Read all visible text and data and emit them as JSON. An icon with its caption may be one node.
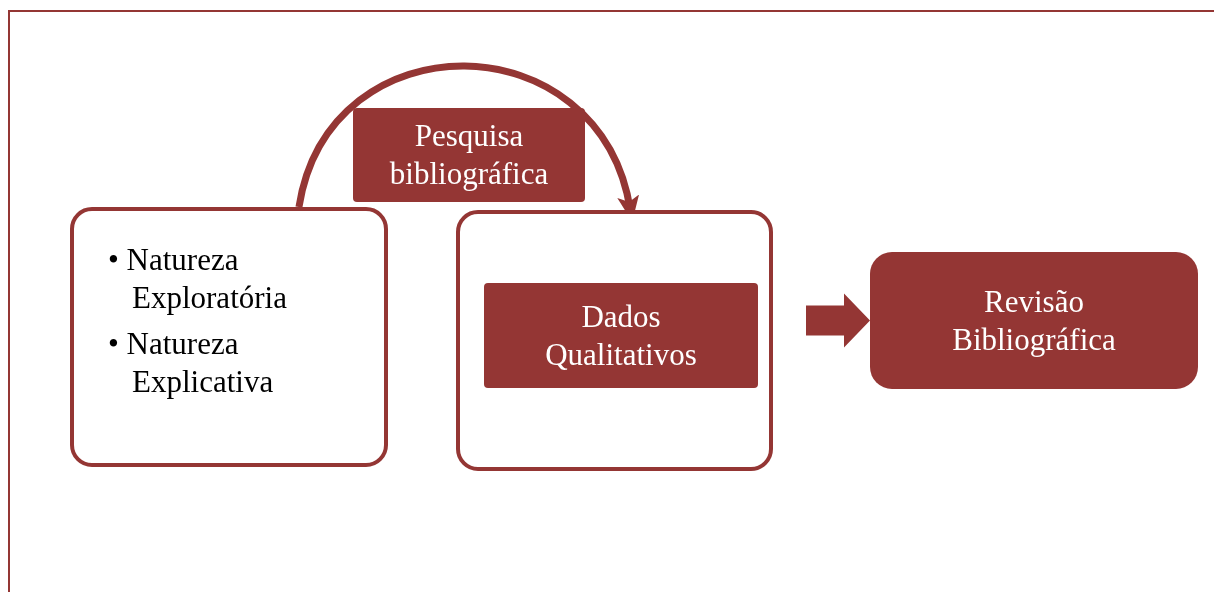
{
  "diagram": {
    "nodes": [
      {
        "text": [
          "• Natureza Exploratória",
          "• Natureza Explicativa"
        ]
      },
      {
        "text": [
          "Pesquisa bibliográfica"
        ]
      },
      {
        "text": [],
        "shape": "box"
      },
      {
        "text": [
          "Dados Qualitativos"
        ],
        "in": 2
      },
      {
        "text": [
          "Revisão Bibliográfica"
        ]
      }
    ],
    "edges": [
      {
        "from": 0,
        "to": 2,
        "arrow": "to"
      },
      {
        "from": 2,
        "to": 4,
        "arrow": "to",
        "style": "thick"
      }
    ]
  }
}
